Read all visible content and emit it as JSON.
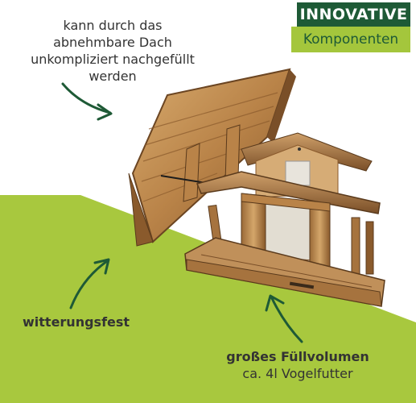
{
  "badge": {
    "title": "INNOVATIVE",
    "subtitle": "Komponenten",
    "title_bg": "#1e5a36",
    "subtitle_bg": "#a4c63c"
  },
  "captions": {
    "roof": [
      "kann durch das",
      "abnehmbare Dach",
      "unkompliziert nachgefüllt",
      "werden"
    ],
    "weatherproof": "witterungsfest",
    "volume_title": "großes Füllvolumen",
    "volume_sub": "ca. 4l Vogelfutter"
  },
  "colors": {
    "green_field": "#a8c83e",
    "arrow": "#1e5a36",
    "wood_light": "#c99a5c",
    "wood_dark": "#6b4522"
  }
}
